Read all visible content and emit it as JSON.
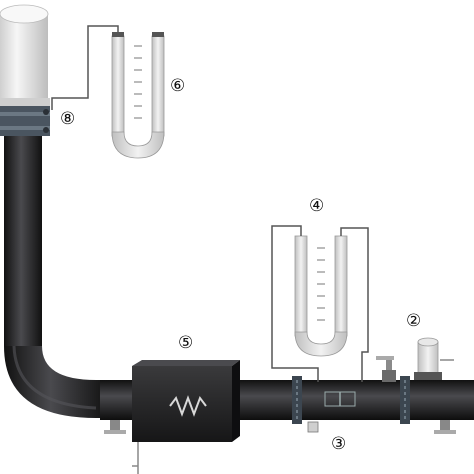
{
  "callouts": [
    {
      "id": "2",
      "text": "②"
    },
    {
      "id": "3",
      "text": "③"
    },
    {
      "id": "4",
      "text": "④"
    },
    {
      "id": "5",
      "text": "⑤"
    },
    {
      "id": "6",
      "text": "⑥"
    },
    {
      "id": "8",
      "text": "⑧"
    }
  ],
  "components": {
    "tank": "cylinder-tank",
    "riser": "vertical-pipe",
    "bend": "pipe-elbow",
    "main_pipe": "horizontal-pipe",
    "heater_box": "heater-box",
    "heater_symbol": "zigzag-heating-coil",
    "manometer_upper": "u-tube-manometer",
    "manometer_lower": "u-tube-manometer",
    "valve": "valve",
    "flow_meter": "flow-meter"
  },
  "colors": {
    "pipe": "#1d1d1f",
    "pipe_highlight": "#4a4a4e",
    "tank": "#e9e9e9",
    "flange": "#4a5560",
    "glass": "#d9d9d9",
    "line": "#444444"
  }
}
